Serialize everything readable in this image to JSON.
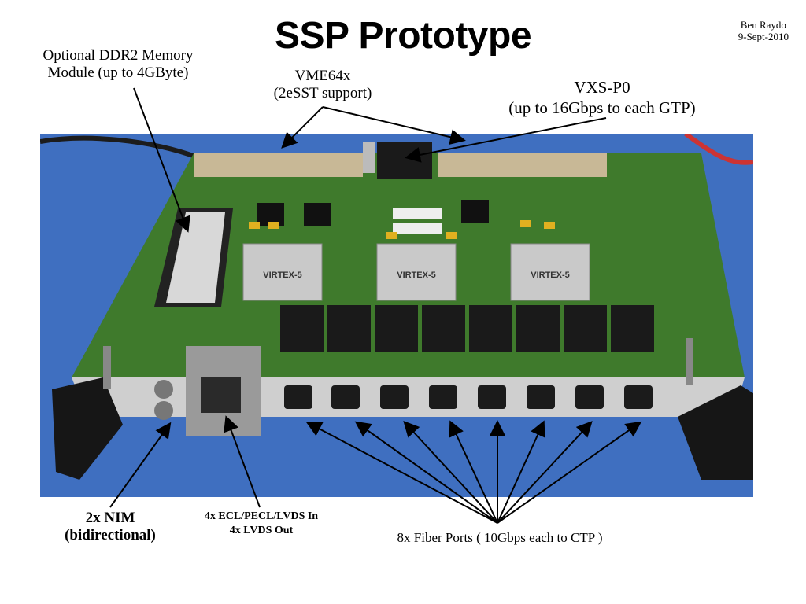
{
  "slide": {
    "title": "SSP Prototype",
    "author": {
      "name": "Ben Raydo",
      "date": "9-Sept-2010"
    }
  },
  "labels": {
    "ddr2": [
      "Optional DDR2 Memory",
      "Module (up to 4GByte)"
    ],
    "vme64x": [
      "VME64x",
      "(2eSST support)"
    ],
    "vxs": [
      "VXS-P0",
      "(up to 16Gbps to each GTP)"
    ],
    "nim": [
      "2x NIM",
      "(bidirectional)"
    ],
    "ecl": [
      "4x ECL/PECL/LVDS In",
      "4x LVDS Out"
    ],
    "fiber": "8x Fiber Ports ( 10Gbps each to CTP )"
  },
  "photo": {
    "fpga_marking": "VIRTEX-5",
    "colors": {
      "background_blue": "#3f6fc0",
      "pcb_green": "#3f7a2c",
      "heatsink": "#1a1a1a",
      "connector": "#c8b896"
    }
  }
}
